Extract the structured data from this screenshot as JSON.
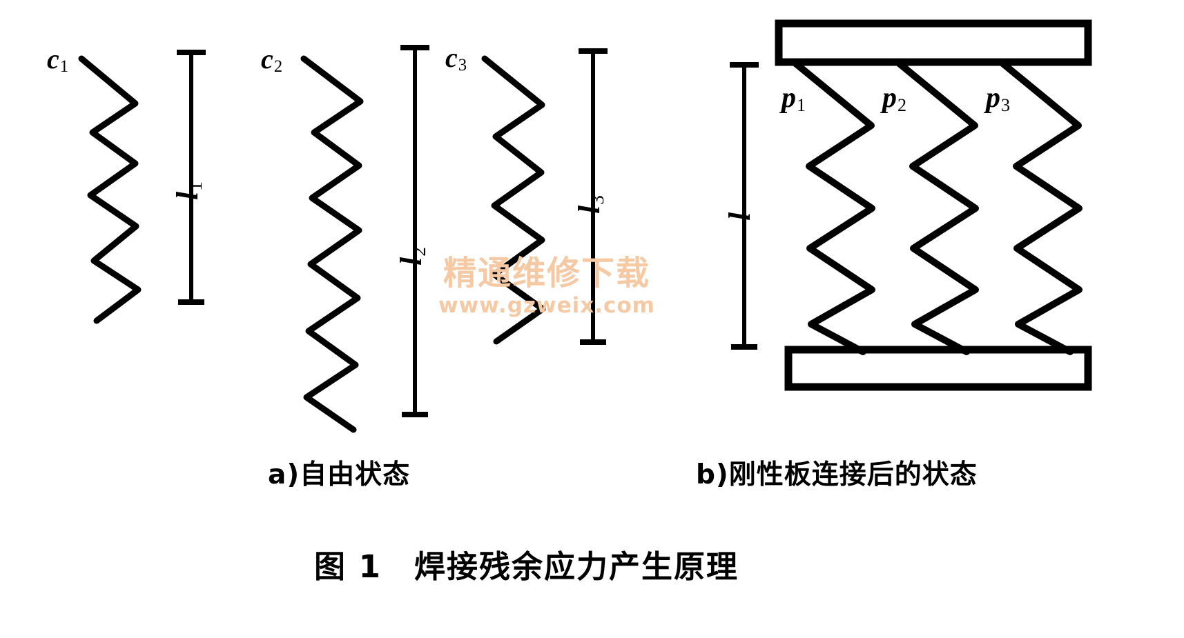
{
  "figure": {
    "title": "图 1　焊接残余应力产生原理",
    "title_number": "图 1",
    "title_text": "焊接残余应力产生原理",
    "panels": [
      {
        "id": "a",
        "caption": "a)自由状态"
      },
      {
        "id": "b",
        "caption": "b)刚性板连接后的状态"
      }
    ]
  },
  "free_state": {
    "springs": [
      {
        "label_base": "c",
        "label_sub": "1",
        "dim_base": "l",
        "dim_sub": "1"
      },
      {
        "label_base": "c",
        "label_sub": "2",
        "dim_base": "l",
        "dim_sub": "2"
      },
      {
        "label_base": "c",
        "label_sub": "3",
        "dim_base": "l",
        "dim_sub": "3"
      }
    ]
  },
  "connected_state": {
    "springs": [
      {
        "label_base": "p",
        "label_sub": "1"
      },
      {
        "label_base": "p",
        "label_sub": "2"
      },
      {
        "label_base": "p",
        "label_sub": "3"
      }
    ],
    "dimension": {
      "base": "l",
      "sub": ""
    },
    "plates": [
      "top-rigid-plate",
      "bottom-rigid-plate"
    ]
  },
  "watermark": {
    "text": "精通维修下载",
    "url": "www.gzweix.com",
    "color": "#f5c9a4"
  },
  "colors": {
    "ink": "#000000",
    "background": "#ffffff",
    "watermark": "#f5c9a4"
  },
  "chart_data": {
    "type": "diagram",
    "title": "图 1　焊接残余应力产生原理",
    "description": "Welding residual stress principle: three springs of unequal free lengths joined between two rigid plates.",
    "free_state_lengths": {
      "l1": 370,
      "l2": 535,
      "l3": 425
    },
    "connected_state_length": {
      "l": 425
    },
    "units": "px"
  }
}
